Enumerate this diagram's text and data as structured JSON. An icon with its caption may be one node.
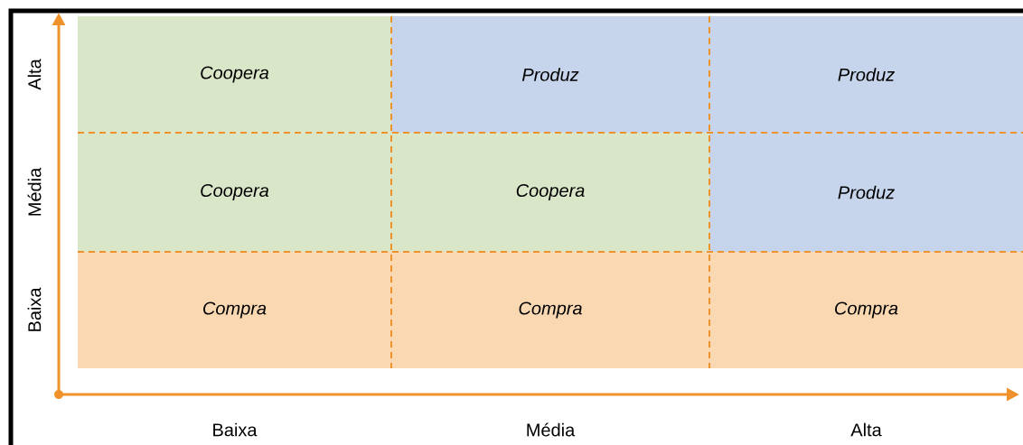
{
  "diagram": {
    "nodes": [
      {
        "text": [
          "Coopera"
        ]
      },
      {
        "text": [
          "Produz"
        ]
      },
      {
        "text": [
          "Produz"
        ]
      },
      {
        "text": [
          "Coopera"
        ]
      },
      {
        "text": [
          "Coopera"
        ]
      },
      {
        "text": [
          "Produz"
        ]
      },
      {
        "text": [
          "Compra"
        ]
      },
      {
        "text": [
          "Compra"
        ]
      },
      {
        "text": [
          "Compra"
        ]
      }
    ],
    "labels": [
      "Alta",
      "Média",
      "Baixa",
      "Baixa",
      "Média",
      "Alta"
    ]
  }
}
